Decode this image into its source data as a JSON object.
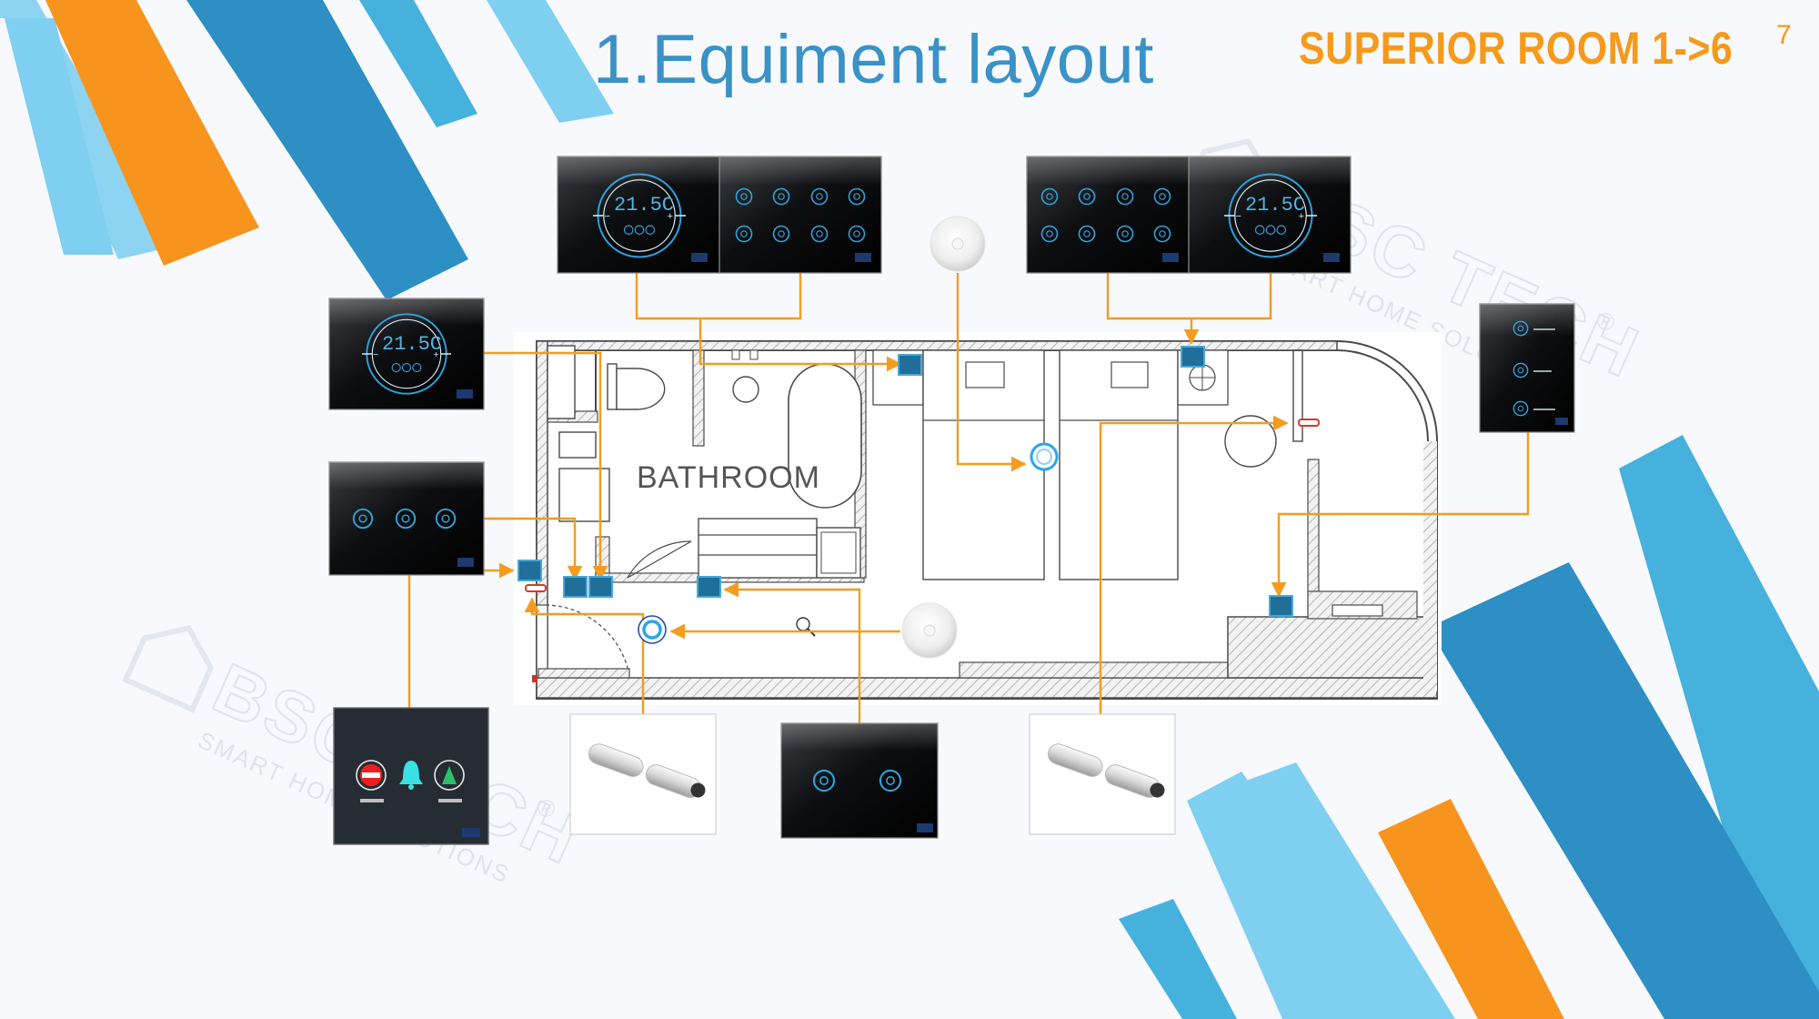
{
  "slide": {
    "title": "1.Equiment layout",
    "subtitle": "SUPERIOR ROOM 1->6",
    "page_number": "7"
  },
  "floor_plan": {
    "room_label": "BATHROOM"
  },
  "watermark": {
    "brand": "BSC TECH",
    "tagline": "SMART HOME SOLUTIONS",
    "registered": "®"
  },
  "devices": {
    "thermostat_temp": "21.5C"
  },
  "colors": {
    "title_blue": "#3a92c6",
    "accent_orange": "#f59a1b",
    "connector_orange": "#f39c1f",
    "module_blue": "#1f6f9a",
    "sensor_blue": "#2aa6e8",
    "deco_dark_blue": "#2d8fc3",
    "deco_light_blue": "#7fcff0",
    "deco_mid_blue": "#46b1dd"
  }
}
